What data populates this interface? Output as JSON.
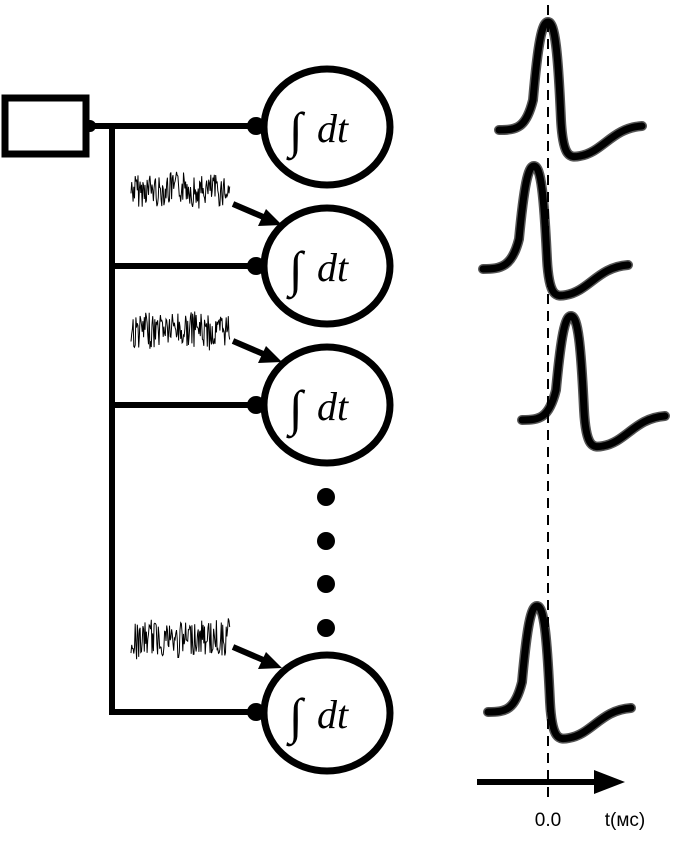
{
  "integrator_label": {
    "symbol": "∫",
    "text": "dt"
  },
  "num_neurons_shown": 4,
  "ellipsis_dots": 4,
  "axis": {
    "zero_label": "0.0",
    "time_label": "t(мс)"
  },
  "colors": {
    "stroke": "#000000",
    "background": "#ffffff",
    "spike_edge": "#555555"
  }
}
